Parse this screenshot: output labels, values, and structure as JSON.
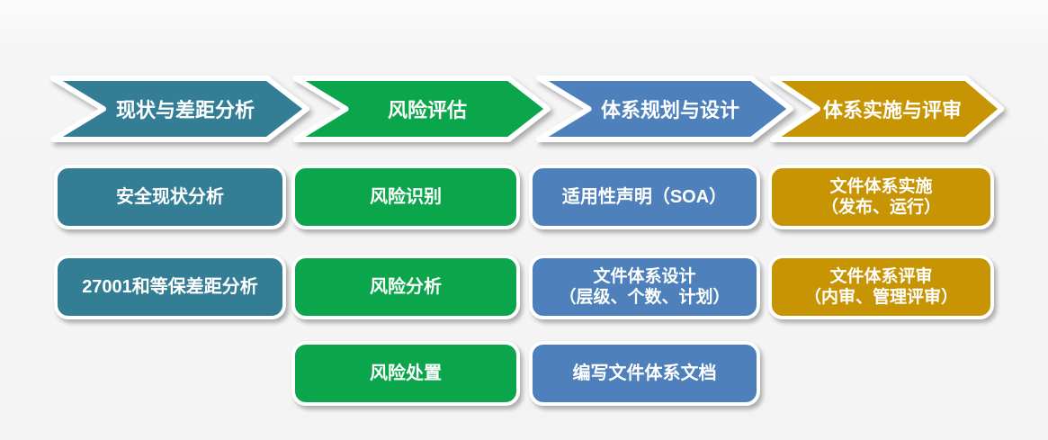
{
  "diagram": {
    "type": "process-flow",
    "background_color": "#f4f4f4",
    "columns": [
      {
        "id": "phase-1",
        "color": "#337E95",
        "header": "现状与差距分析",
        "items": [
          {
            "label": "安全现状分析"
          },
          {
            "label": "27001和等保差距分析"
          }
        ]
      },
      {
        "id": "phase-2",
        "color": "#0BA64B",
        "header": "风险评估",
        "items": [
          {
            "label": "风险识别"
          },
          {
            "label": "风险分析"
          },
          {
            "label": "风险处置"
          }
        ]
      },
      {
        "id": "phase-3",
        "color": "#4E81BC",
        "header": "体系规划与设计",
        "items": [
          {
            "label": "适用性声明（SOA）"
          },
          {
            "label": "文件体系设计\n（层级、个数、计划）"
          },
          {
            "label": "编写文件体系文档"
          }
        ]
      },
      {
        "id": "phase-4",
        "color": "#C79404",
        "header": "体系实施与评审",
        "items": [
          {
            "label": "文件体系实施\n（发布、运行）"
          },
          {
            "label": "文件体系评审\n（内审、管理评审）"
          }
        ]
      }
    ]
  }
}
